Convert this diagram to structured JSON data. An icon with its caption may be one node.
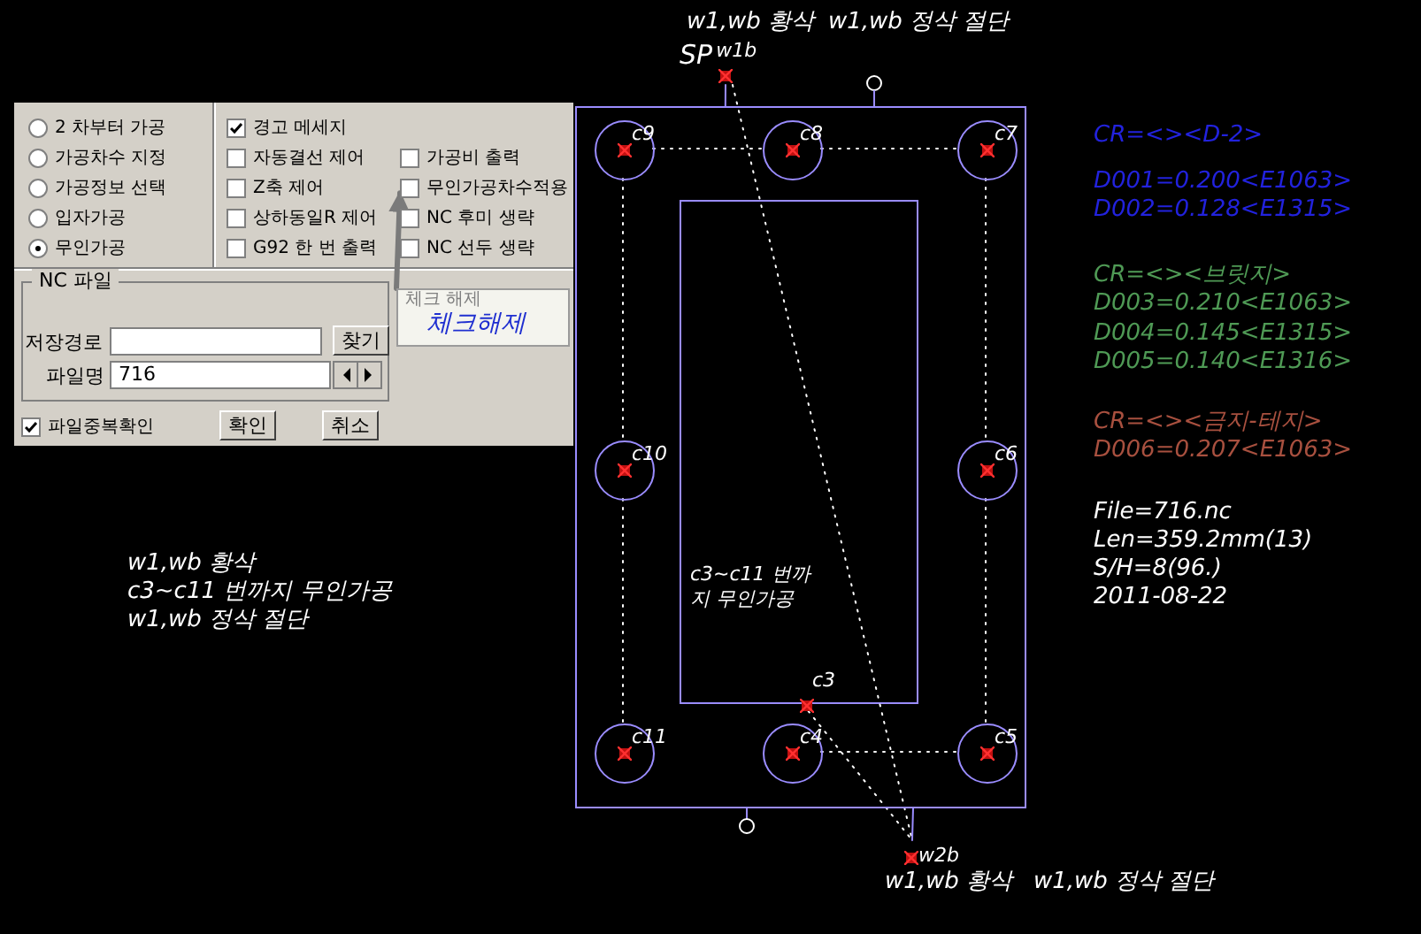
{
  "diagram": {
    "nodes": [
      {
        "text": [
          "2 차부터 가공"
        ]
      },
      {
        "text": [
          "경고 메세지"
        ]
      },
      {
        "text": [
          "가공차수 지정"
        ]
      },
      {
        "text": [
          "자동결선 제어"
        ]
      },
      {
        "text": [
          "가공비 출력"
        ]
      },
      {
        "text": [
          "가공정보 선택"
        ]
      },
      {
        "text": [
          "Z축 제어"
        ]
      },
      {
        "text": [
          "무인가공차수적용"
        ]
      },
      {
        "text": [
          "입자가공"
        ]
      },
      {
        "text": [
          "상하동일R 제어"
        ]
      },
      {
        "text": [
          "NC 후미 생략"
        ]
      },
      {
        "text": [
          "무인가공"
        ]
      },
      {
        "text": [
          "G92 한 번 출력"
        ]
      },
      {
        "text": [
          "NC 선두 생략"
        ]
      },
      {
        "text": [
          "체크 해제",
          "체크해제"
        ]
      },
      {
        "text": [
          "파일중복확인"
        ]
      },
      {
        "text": [
          "SP",
          "w1b"
        ],
        "beside": [
          "w1,wb 황삭",
          "w1,wb 정삭 절단"
        ]
      },
      {
        "text": [],
        "shape": "box"
      },
      {
        "text": [
          "c9"
        ],
        "in": 17
      },
      {
        "text": [
          "c8"
        ],
        "in": 17
      },
      {
        "text": [
          "c7"
        ],
        "in": 17
      },
      {
        "text": [
          "c10"
        ],
        "in": 17
      },
      {
        "text": [
          "c6"
        ],
        "in": 17
      },
      {
        "text": [
          "c3"
        ],
        "in": 17
      },
      {
        "text": [
          "c11"
        ],
        "in": 17
      },
      {
        "text": [
          "c4"
        ],
        "in": 17
      },
      {
        "text": [
          "c5"
        ],
        "in": 17
      },
      {
        "text": [
          "w2b"
        ],
        "beside": [
          "w1,wb 황삭",
          "w1,wb 정삭 절단"
        ]
      }
    ],
    "edges": [
      {
        "from": 14,
        "to": 7,
        "arrow": "to",
        "style": "thick",
        "color": "#7a7a7a"
      },
      {
        "from": 16,
        "to": 17,
        "arrow": "none",
        "color": "#9a8cff"
      },
      {
        "from": 18,
        "to": 19,
        "arrow": "none",
        "style": "dashed"
      },
      {
        "from": 19,
        "to": 20,
        "arrow": "none",
        "style": "dashed"
      },
      {
        "from": 18,
        "to": 21,
        "arrow": "none",
        "style": "dashed"
      },
      {
        "from": 21,
        "to": 24,
        "arrow": "none",
        "style": "dashed"
      },
      {
        "from": 20,
        "to": 22,
        "arrow": "none",
        "style": "dashed"
      },
      {
        "from": 22,
        "to": 26,
        "arrow": "none",
        "style": "dashed"
      },
      {
        "from": 26,
        "to": 25,
        "arrow": "none",
        "style": "dashed"
      },
      {
        "from": 16,
        "to": 27,
        "arrow": "none",
        "style": "dashed"
      },
      {
        "from": 23,
        "to": 27,
        "arrow": "none",
        "style": "dashed"
      },
      {
        "from": 27,
        "to": 17,
        "arrow": "none",
        "color": "#9a8cff"
      }
    ],
    "labels": [
      "NC 파일",
      "저장경로",
      "찾기",
      "파일명",
      "716",
      "확인",
      "취소",
      "w1,wb 황삭",
      "c3~c11 번까지 무인가공",
      "w1,wb 정삭 절단",
      "c3~c11 번까지 무인가공",
      "CR=<><D-2>",
      "D001=0.200<E1063>",
      "D002=0.128<E1315>",
      "CR=<><브릿지>",
      "D003=0.210<E1063>",
      "D004=0.145<E1315>",
      "D005=0.140<E1316>",
      "CR=<><금지-테지>",
      "D006=0.207<E1063>",
      "File=716.nc",
      "Len=359.2mm(13)",
      "S/H=8(96.)",
      "2011-08-22"
    ]
  }
}
